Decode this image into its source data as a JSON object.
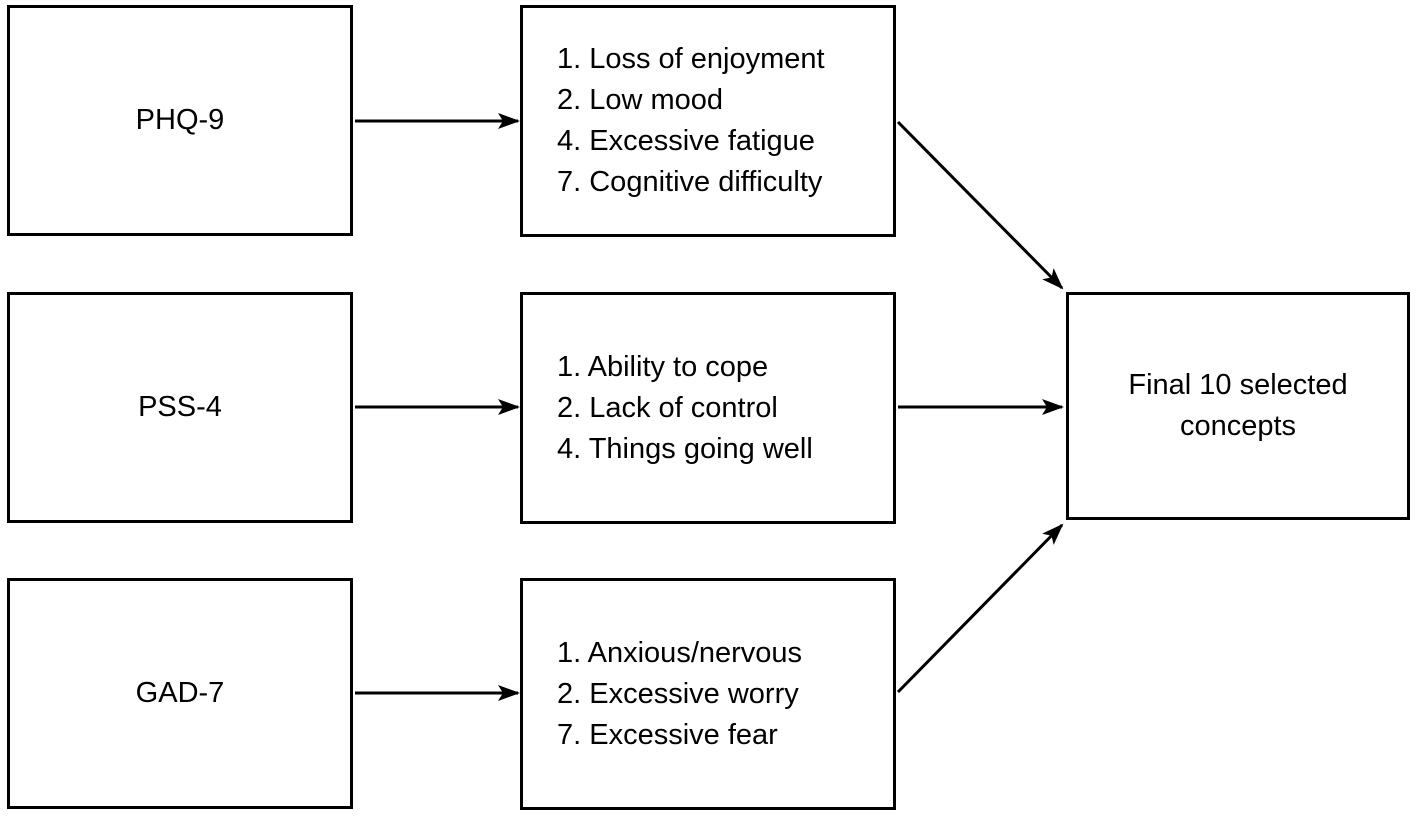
{
  "diagram": {
    "sources": [
      {
        "label": "PHQ-9"
      },
      {
        "label": "PSS-4"
      },
      {
        "label": "GAD-7"
      }
    ],
    "item_boxes": [
      {
        "source": "PHQ-9",
        "items": [
          "1. Loss of enjoyment",
          "2. Low mood",
          "4. Excessive fatigue",
          "7. Cognitive difficulty"
        ]
      },
      {
        "source": "PSS-4",
        "items": [
          "1. Ability to cope",
          "2. Lack of control",
          "4. Things going well"
        ]
      },
      {
        "source": "GAD-7",
        "items": [
          "1. Anxious/nervous",
          "2. Excessive worry",
          "7. Excessive fear"
        ]
      }
    ],
    "final": {
      "label": "Final 10 selected concepts"
    },
    "connections": [
      {
        "from": "PHQ-9",
        "to": "PHQ-9 items"
      },
      {
        "from": "PSS-4",
        "to": "PSS-4 items"
      },
      {
        "from": "GAD-7",
        "to": "GAD-7 items"
      },
      {
        "from": "PHQ-9 items",
        "to": "Final 10 selected concepts"
      },
      {
        "from": "PSS-4 items",
        "to": "Final 10 selected concepts"
      },
      {
        "from": "GAD-7 items",
        "to": "Final 10 selected concepts"
      }
    ],
    "colors": {
      "border": "#000000",
      "background": "#ffffff",
      "text": "#000000",
      "arrow": "#000000"
    }
  }
}
